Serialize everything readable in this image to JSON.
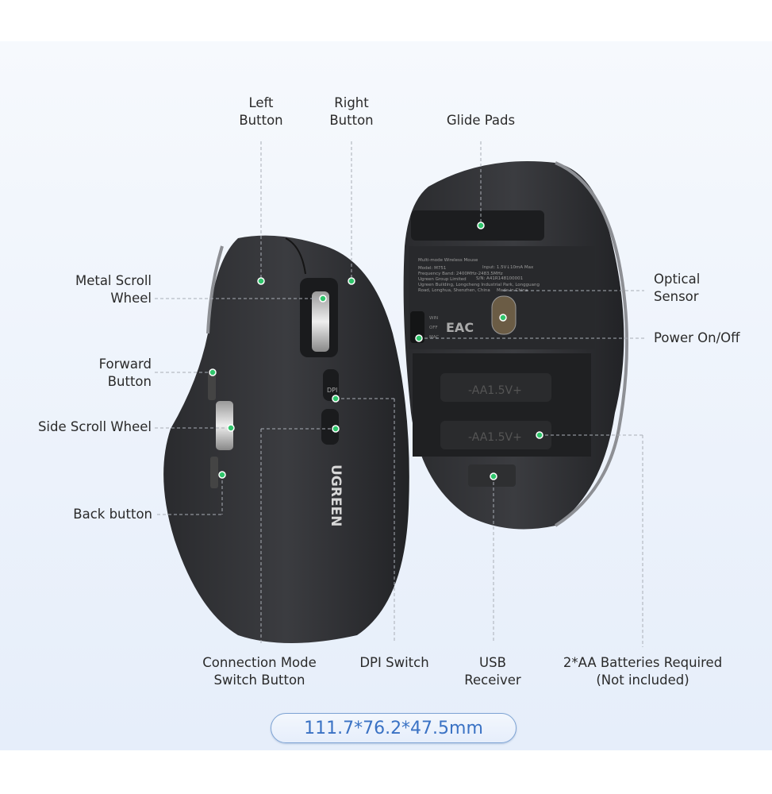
{
  "labels": {
    "left_button": [
      "Left",
      "Button"
    ],
    "right_button": [
      "Right",
      "Button"
    ],
    "glide_pads": "Glide Pads",
    "metal_scroll_wheel": [
      "Metal Scroll",
      "Wheel"
    ],
    "optical_sensor": [
      "Optical",
      "Sensor"
    ],
    "power": "Power On/Off",
    "forward_button": [
      "Forward",
      "Button"
    ],
    "side_scroll_wheel": "Side Scroll Wheel",
    "back_button": "Back button",
    "connection_mode": [
      "Connection Mode",
      "Switch Button"
    ],
    "dpi_switch": "DPI Switch",
    "usb_receiver": [
      "USB",
      "Receiver"
    ],
    "batteries": [
      "2*AA Batteries Required",
      "(Not included)"
    ]
  },
  "dimensions": "111.7*76.2*47.5mm",
  "mouse_print": {
    "brand": "UGREEN",
    "dpi": "DPI",
    "bottom_lines": [
      "Multi-mode Wireless Mouse",
      "Model: M751",
      "Input: 1.5V↓10mA Max",
      "Frequency Band: 2400MHz-2483.5MHz",
      "Ugreen Group Limited",
      "S/N: A41R148100001",
      "Ugreen Building, Longcheng Industrial Park, Longguang",
      "Road, Longhua, Shenzhen, China",
      "Made in China"
    ],
    "switch": [
      "WIN",
      "OFF",
      "MAC"
    ],
    "battery": "-AA1.5V+",
    "cert": "EAC"
  },
  "colors": {
    "dot": "#2fc56b",
    "accent": "#3a72c4"
  }
}
